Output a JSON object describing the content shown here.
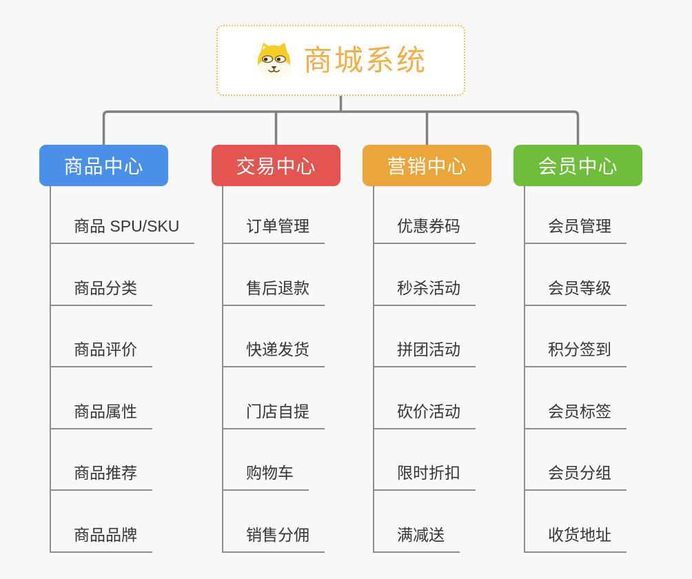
{
  "root": {
    "title": "商城系统",
    "icon": "dog-face-icon",
    "border_color": "#f6be69",
    "title_color": "#f2ae4b"
  },
  "branches": [
    {
      "label": "商品中心",
      "color": "#4a90e8",
      "items": [
        "商品 SPU/SKU",
        "商品分类",
        "商品评价",
        "商品属性",
        "商品推荐",
        "商品品牌"
      ]
    },
    {
      "label": "交易中心",
      "color": "#e25551",
      "items": [
        "订单管理",
        "售后退款",
        "快递发货",
        "门店自提",
        "购物车",
        "销售分佣"
      ]
    },
    {
      "label": "营销中心",
      "color": "#eba63b",
      "items": [
        "优惠券码",
        "秒杀活动",
        "拼团活动",
        "砍价活动",
        "限时折扣",
        "满减送"
      ]
    },
    {
      "label": "会员中心",
      "color": "#6ebe3c",
      "items": [
        "会员管理",
        "会员等级",
        "积分签到",
        "会员标签",
        "会员分组",
        "收货地址"
      ]
    }
  ],
  "connector_color": "#7f7f7f",
  "underline_color": "#8d8d8d",
  "background_color": "#f8f8f8"
}
